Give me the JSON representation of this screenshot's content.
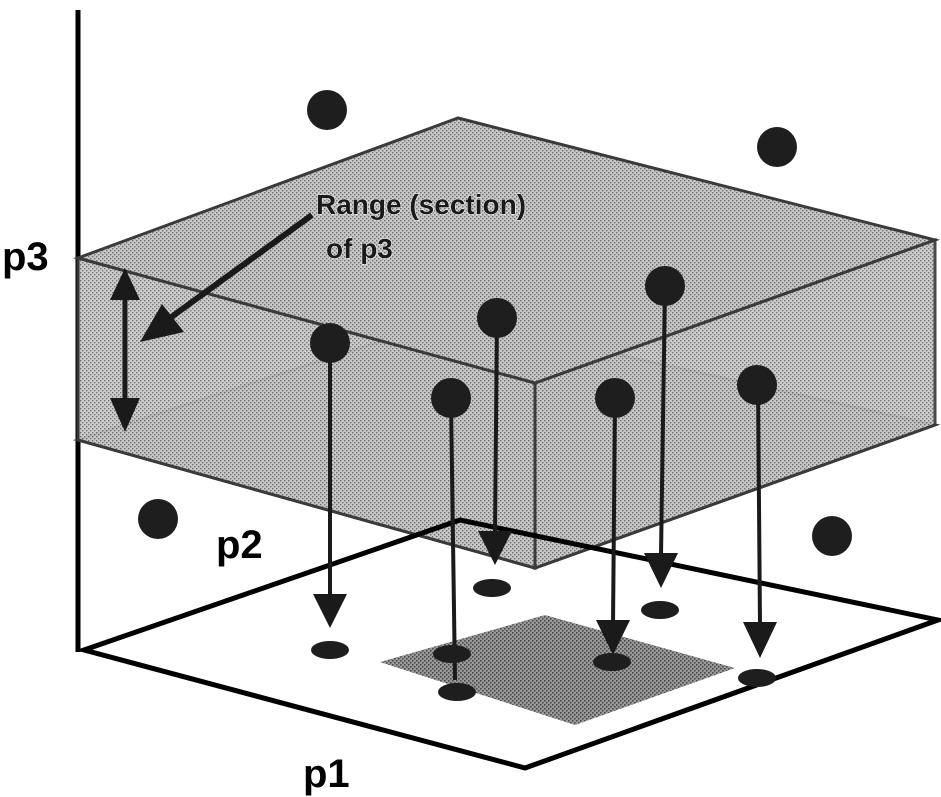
{
  "labels": {
    "p3": "p3",
    "p2": "p2",
    "p1": "p1",
    "range_line1": "Range (section)",
    "range_line2": "of p3"
  },
  "colors": {
    "ink": "#000000",
    "point": "#1e1e1e",
    "plane_fill": "#b4b4b4",
    "plane_edge": "#3a3a3a",
    "projection_region": "#8a8a8a"
  },
  "icons": {
    "data_point": "filled-circle",
    "projection_arrow": "arrow-down",
    "projected_point": "filled-ellipse",
    "range_marker": "double-headed-arrow"
  }
}
